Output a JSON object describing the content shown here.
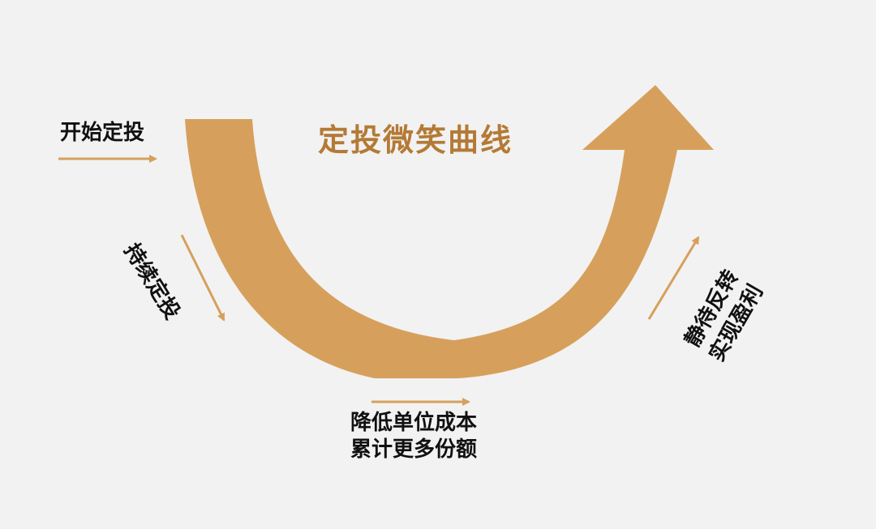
{
  "title": "定投微笑曲线",
  "labels": {
    "start": "开始定投",
    "continue": "持续定投",
    "bottom_line1": "降低单位成本",
    "bottom_line2": "累计更多份额",
    "right_line1": "静待反转",
    "right_line2": "实现盈利"
  },
  "colors": {
    "curve": "#d6a05c",
    "title": "#b47a35",
    "text": "#111111",
    "background": "#f2f2f2"
  }
}
